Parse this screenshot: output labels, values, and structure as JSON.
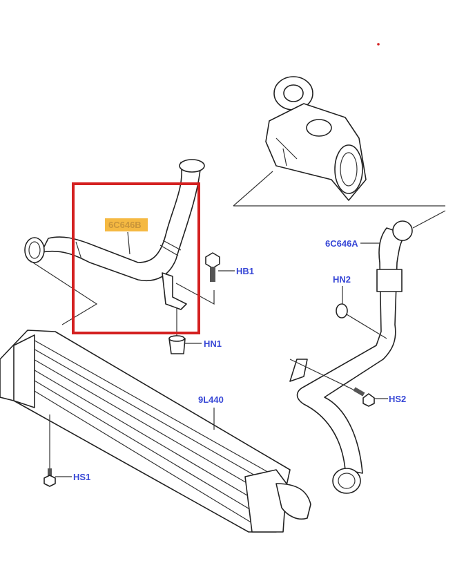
{
  "diagram": {
    "labels": {
      "pipe_upper": "6C646B",
      "bolt_hb1": "HB1",
      "nut_hn1": "HN1",
      "pipe_lower": "6C646A",
      "nut_hn2": "HN2",
      "screw_hs2": "HS2",
      "intercooler": "9L440",
      "screw_hs1": "HS1"
    },
    "colors": {
      "label": "#3747d6",
      "highlight": "#f5b942",
      "selection_box": "#d42020"
    }
  }
}
